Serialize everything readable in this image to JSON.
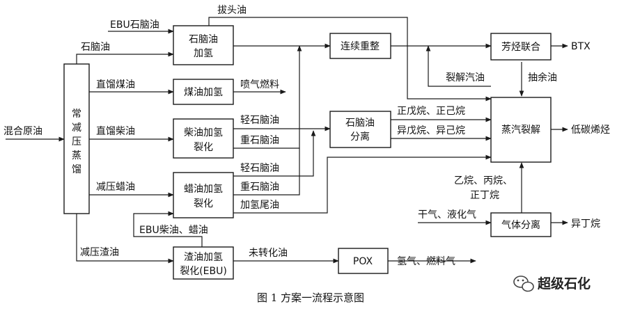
{
  "boxes": {
    "distillation": [
      "常",
      "减",
      "压",
      "蒸",
      "馏"
    ],
    "naphtha_hydro": [
      "石脑油",
      "加氢"
    ],
    "reforming": "连续重整",
    "aromatics": "芳烃联合",
    "kerosene_hydro": "煤油加氢",
    "diesel_hc": [
      "柴油加氢",
      "裂化"
    ],
    "naphtha_sep": [
      "石脑油",
      "分离"
    ],
    "steam_cracking": "蒸汽裂解",
    "wax_hc": [
      "蜡油加氢",
      "裂化"
    ],
    "gas_sep": "气体分离",
    "residue_hc": [
      "渣油加氢",
      "裂化(EBU)"
    ],
    "pox": "POX"
  },
  "labels": {
    "crude_in": "混合原油",
    "light_ends": "拔头油",
    "ebu_naphtha": "EBU石脑油",
    "naphtha": "石脑油",
    "sr_kerosene": "直馏煤油",
    "jet_fuel": "喷气燃料",
    "sr_diesel": "直馏柴油",
    "light_naphtha_1": "轻石脑油",
    "heavy_naphtha_1": "重石脑油",
    "light_naphtha_2": "轻石脑油",
    "heavy_naphtha_2": "重石脑油",
    "vgo": "减压蜡油",
    "hc_tail": "加氢尾油",
    "ebu_diesel_wax": "EBU柴油、蜡油",
    "vac_residue": "减压渣油",
    "unconverted": "未转化油",
    "h2_fuel_gas": "氢气、燃料气",
    "btx": "BTX",
    "cracked_gasoline": "裂解汽油",
    "raffinate": "抽余油",
    "n_alkanes": "正戊烷、正己烷",
    "iso_alkanes": "异戊烷、异己烷",
    "low_olefins": "低碳烯烃",
    "c2_c4_line1": "乙烷、丙烷、",
    "c2_c4_line2": "正丁烷",
    "dry_gas_lpg": "干气、液化气",
    "isobutane": "异丁烷"
  },
  "caption": "图 1  方案一流程示意图",
  "watermark": "超级石化",
  "watermark_icon": "wechat-icon"
}
